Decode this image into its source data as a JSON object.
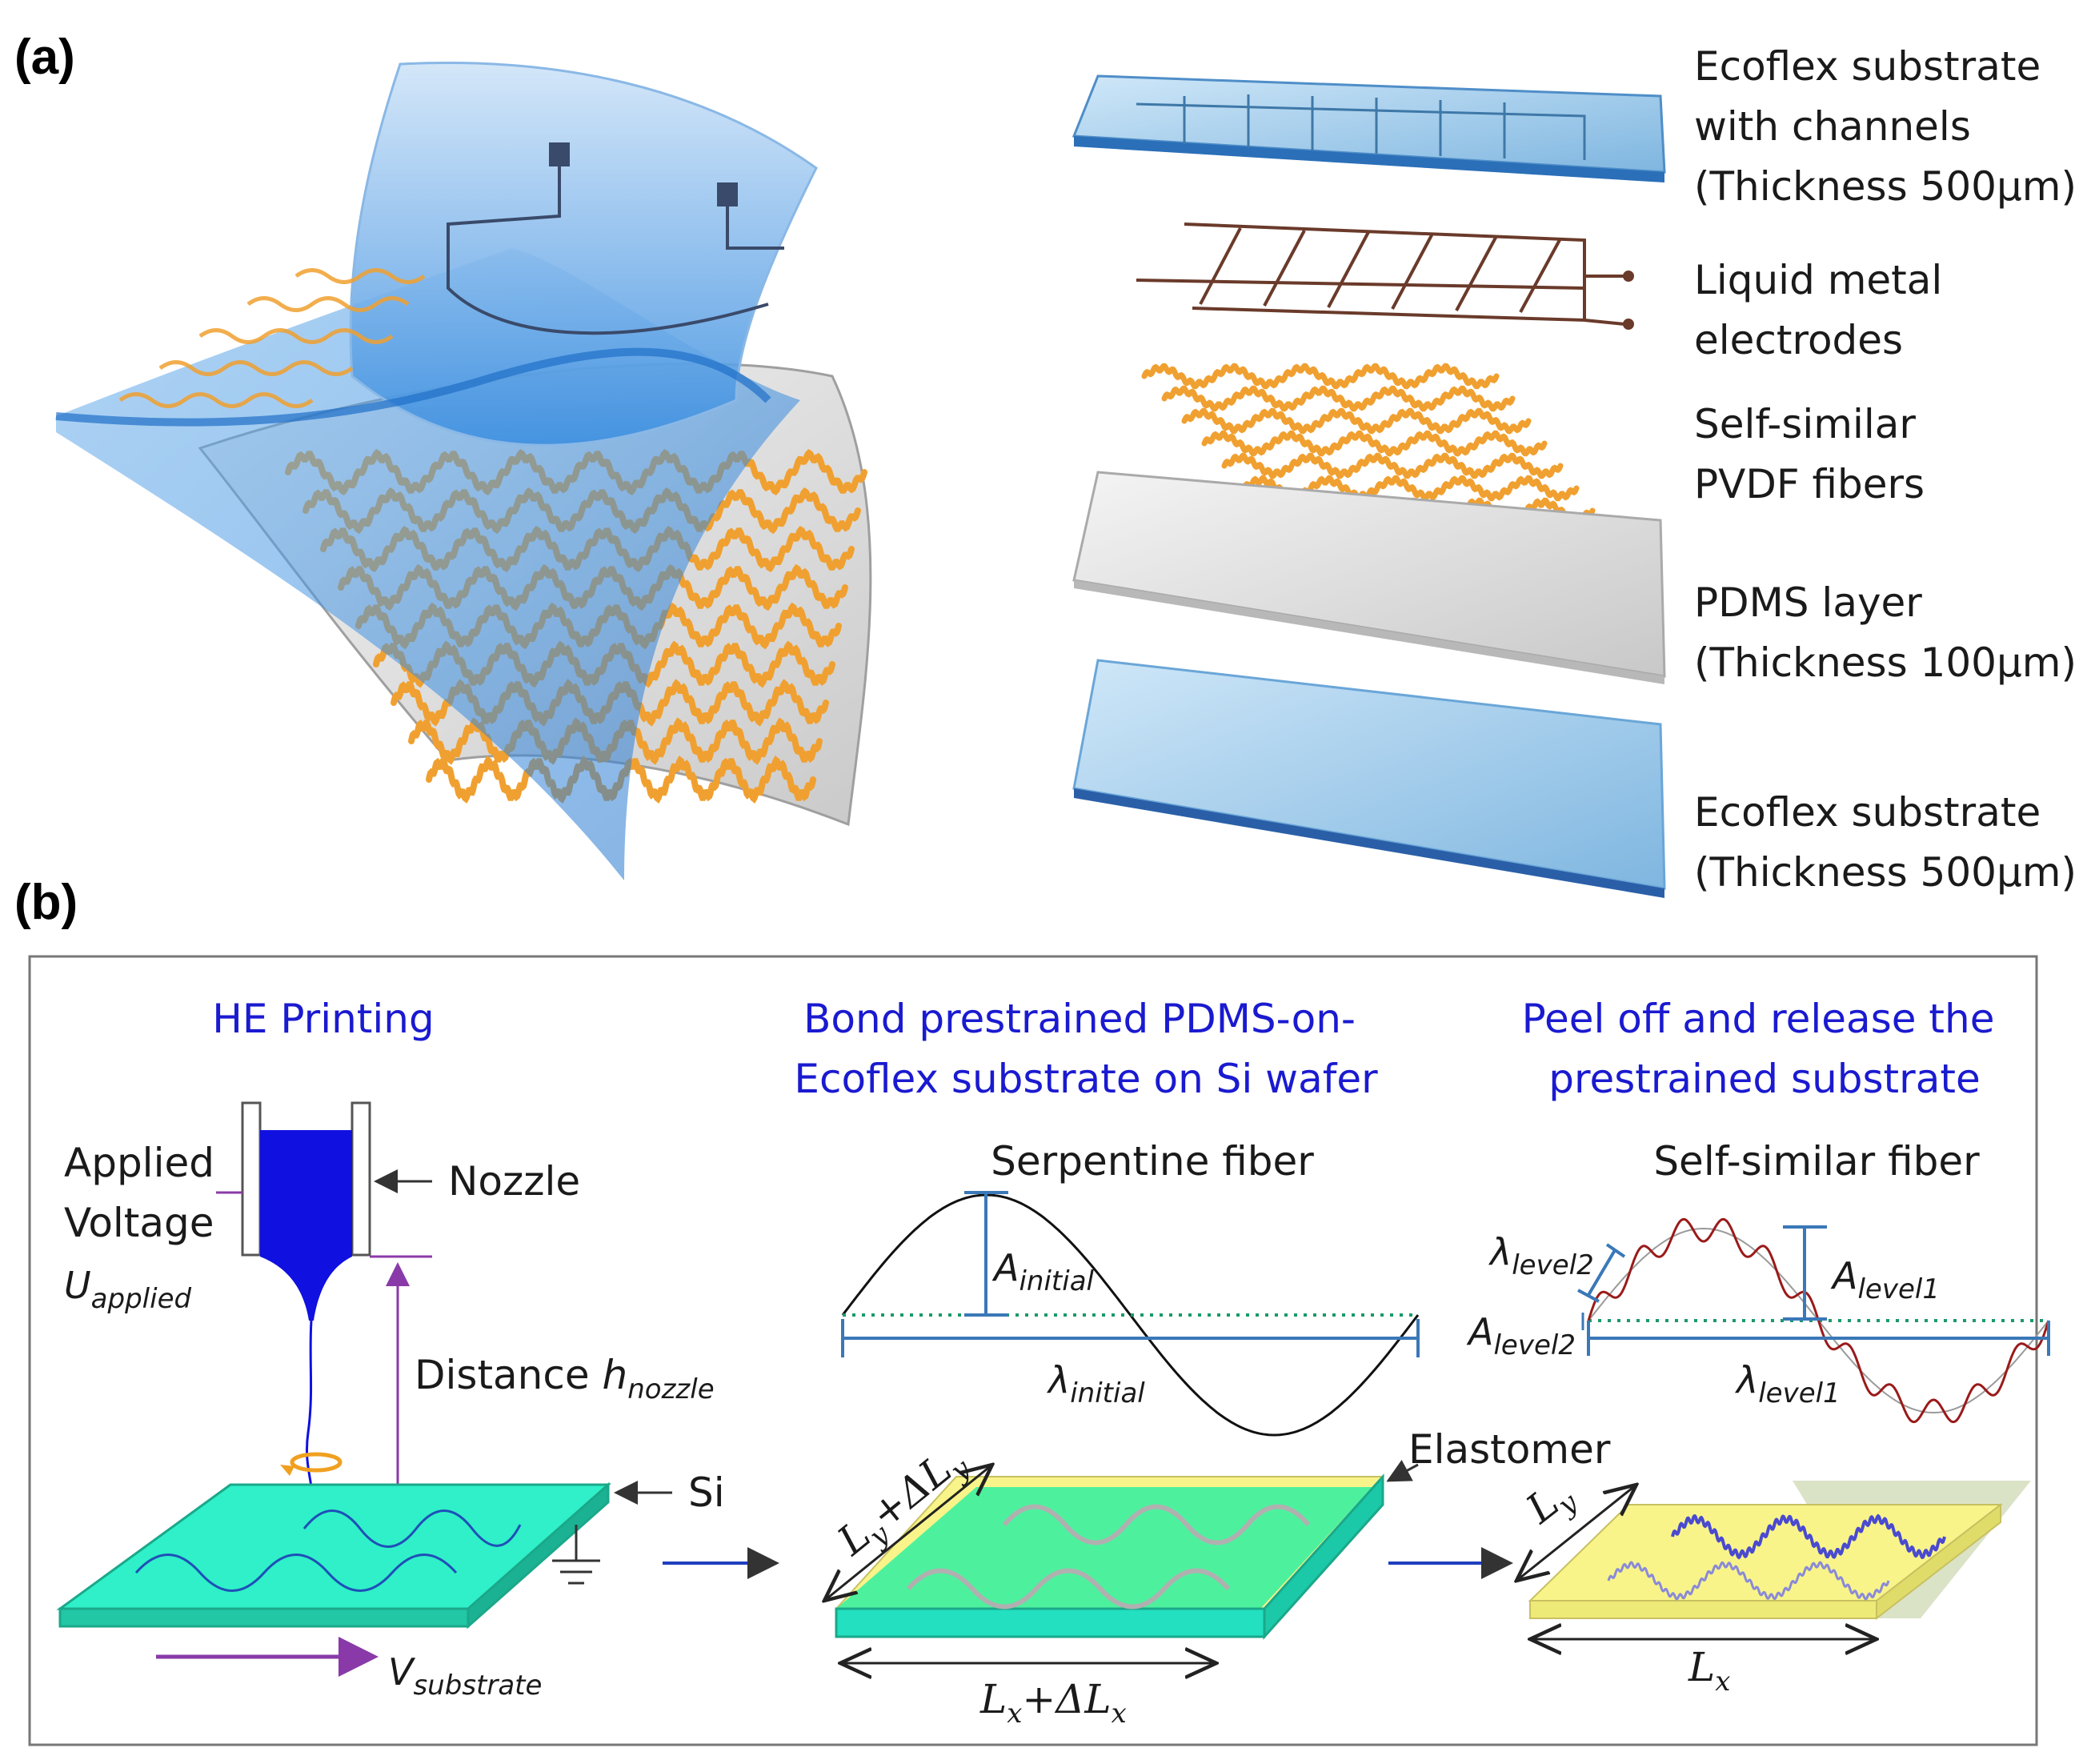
{
  "panels": {
    "a": {
      "label": "(a)"
    },
    "b": {
      "label": "(b)"
    }
  },
  "layers": [
    {
      "lines": [
        "Ecoflex substrate",
        "with channels",
        "(Thickness 500µm)"
      ]
    },
    {
      "lines": [
        "Liquid metal",
        "electrodes"
      ]
    },
    {
      "lines": [
        "Self-similar",
        "PVDF fibers"
      ]
    },
    {
      "lines": [
        "PDMS layer",
        "(Thickness 100µm)"
      ]
    },
    {
      "lines": [
        "Ecoflex substrate",
        "(Thickness 500µm)"
      ]
    }
  ],
  "steps": {
    "printing": {
      "title": "HE Printing",
      "voltage_lines": [
        "Applied",
        "Voltage"
      ],
      "voltage_symbol": "U",
      "voltage_sub": "applied",
      "nozzle": "Nozzle",
      "distance": "Distance ",
      "distance_symbol": "h",
      "distance_sub": "nozzle",
      "si": "Si",
      "velocity_symbol": "V",
      "velocity_sub": "substrate"
    },
    "bond": {
      "title_lines": [
        "Bond prestrained PDMS-on-",
        "Ecoflex substrate on Si wafer"
      ],
      "fiber_label": "Serpentine fiber",
      "amp_symbol": "A",
      "amp_sub": "initial",
      "wave_symbol": "λ",
      "wave_sub": "initial",
      "elastomer": "Elastomer",
      "ly_label": "L",
      "ly_sub": "y",
      "ly_plus": "+ΔL",
      "ly_plus_sub": "y",
      "lx_label": "L",
      "lx_sub": "x",
      "lx_plus": "+ΔL",
      "lx_plus_sub": "x"
    },
    "peel": {
      "title_lines": [
        "Peel off and release the",
        "prestrained substrate"
      ],
      "fiber_label": "Self-similar fiber",
      "lambda2_symbol": "λ",
      "lambda2_sub": "level2",
      "a1_symbol": "A",
      "a1_sub": "level1",
      "a2_symbol": "A",
      "a2_sub": "level2",
      "lambda1_symbol": "λ",
      "lambda1_sub": "level1",
      "ly_label": "L",
      "ly_sub": "y",
      "lx_label": "L",
      "lx_sub": "x"
    }
  },
  "colors": {
    "ecoflex_blue": "#a9d3ee",
    "fiber_orange": "#f0a030",
    "nozzle_blue": "#1010e0",
    "si_green": "#2ff0c8",
    "arrow_blue": "#1f3fbf",
    "purple": "#8a3aa8",
    "yellow": "#f8f48a",
    "title_blue": "#1a1ad0"
  }
}
